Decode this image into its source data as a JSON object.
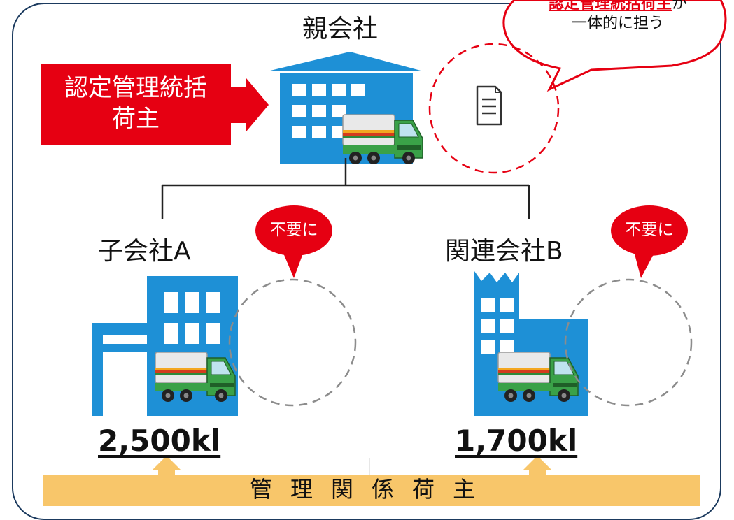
{
  "parent": {
    "label": "親会社"
  },
  "callout": {
    "line1": "認定管理統括",
    "line2": "荷主"
  },
  "speech_bubble": {
    "highlight": "認定管理統括荷主",
    "suffix": "が",
    "line2": "一体的に担う"
  },
  "subsidiary_a": {
    "label": "子会社A",
    "badge": "不要に",
    "volume": "2,500kl"
  },
  "affiliate_b": {
    "label": "関連会社B",
    "badge": "不要に",
    "volume": "1,700kl"
  },
  "banner": {
    "text": "管理関係荷主"
  },
  "colors": {
    "frame": "#1b3a5e",
    "building": "#1e90d6",
    "callout_red": "#e60012",
    "banner": "#f8c66a",
    "dashed_gray": "#8c8c8c",
    "dashed_red": "#e60012"
  },
  "icons": [
    "building-icon",
    "factory-icon",
    "truck-icon",
    "document-icon"
  ]
}
